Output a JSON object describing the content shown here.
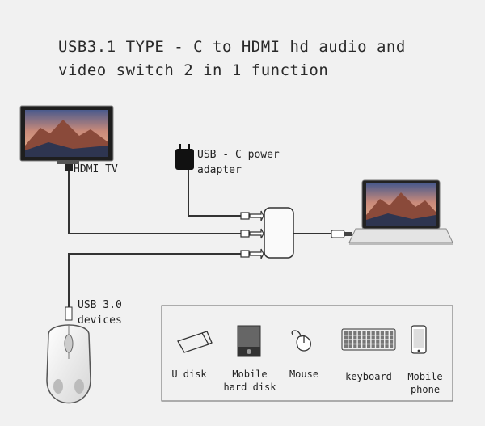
{
  "title": {
    "line1": "USB3.1 TYPE - C to HDMI hd audio and",
    "line2": "video switch 2 in 1 function"
  },
  "labels": {
    "hdmi_tv": "HDMI TV",
    "power_line1": "USB - C power",
    "power_line2": "adapter",
    "usb_line1": "USB 3.0",
    "usb_line2": "devices"
  },
  "devices": [
    {
      "line1": "U disk",
      "line2": "",
      "icon": "usb-stick-icon"
    },
    {
      "line1": "Mobile",
      "line2": "hard disk",
      "icon": "hard-disk-icon"
    },
    {
      "line1": "Mouse",
      "line2": "",
      "icon": "mouse-icon"
    },
    {
      "line1": "keyboard",
      "line2": "",
      "icon": "keyboard-icon"
    },
    {
      "line1": "Mobile",
      "line2": "phone",
      "icon": "phone-icon"
    }
  ]
}
